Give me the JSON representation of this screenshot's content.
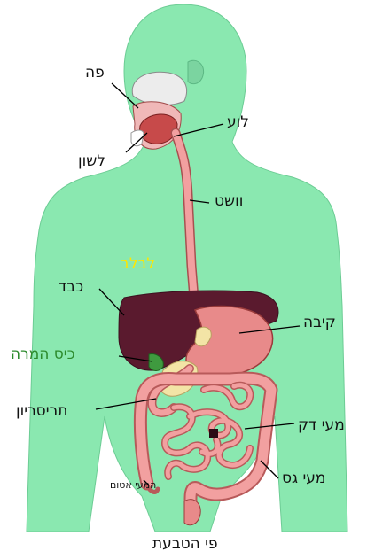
{
  "labels": {
    "mouth": "פה",
    "pharynx": "לוע",
    "tongue": "לשון",
    "esophagus": "וושט",
    "spleen": "לבלב",
    "liver": "כבד",
    "stomach": "קיבה",
    "gallbladder": "כיס המרה",
    "duodenum": "תריסריון",
    "small_intestine": "מעי דק",
    "large_intestine": "מעי גס",
    "appendix": "המעי אטום",
    "anus": "פי הטבעת"
  },
  "colors": {
    "body": "#8ae8b0",
    "liver": "#5a1a2e",
    "stomach": "#e88a8a",
    "intestine": "#f2a0a0",
    "pancreas": "#f3e4a6",
    "spleen_label": "#ffe600",
    "gallbladder_label": "#2c8a2c"
  }
}
